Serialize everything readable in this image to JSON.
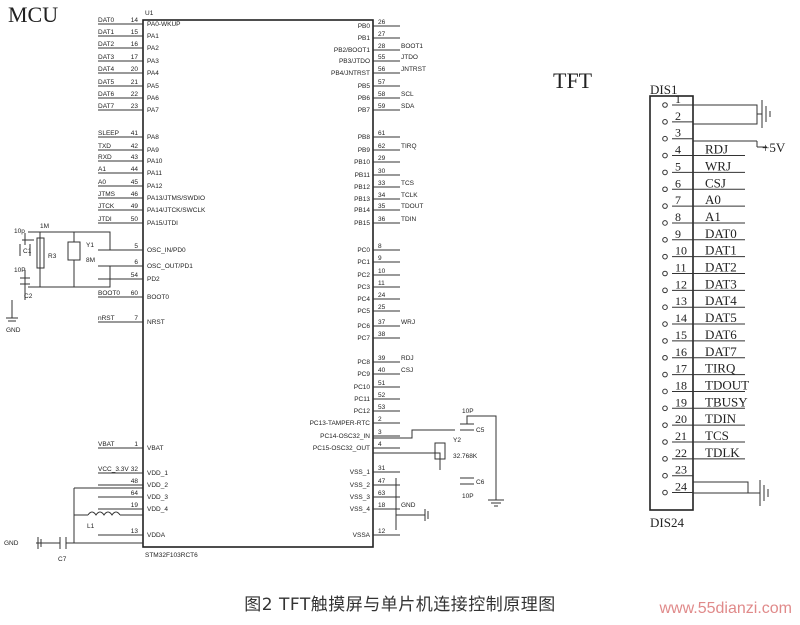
{
  "labels": {
    "mcu_title": "MCU",
    "tft_title": "TFT",
    "u1": "U1",
    "chip_part": "STM32F103RCT6",
    "dis_top": "DIS1",
    "dis_bottom": "DIS24",
    "plus5v": "+5V",
    "gnd": "GND"
  },
  "left_pins": [
    {
      "num": "14",
      "name": "PA0-WKUP",
      "ext": "DAT0"
    },
    {
      "num": "15",
      "name": "PA1",
      "ext": "DAT1"
    },
    {
      "num": "16",
      "name": "PA2",
      "ext": "DAT2"
    },
    {
      "num": "17",
      "name": "PA3",
      "ext": "DAT3"
    },
    {
      "num": "20",
      "name": "PA4",
      "ext": "DAT4"
    },
    {
      "num": "21",
      "name": "PA5",
      "ext": "DAT5"
    },
    {
      "num": "22",
      "name": "PA6",
      "ext": "DAT6"
    },
    {
      "num": "23",
      "name": "PA7",
      "ext": "DAT7"
    },
    {
      "num": "41",
      "name": "PA8",
      "ext": "SLEEP"
    },
    {
      "num": "42",
      "name": "PA9",
      "ext": "TXD"
    },
    {
      "num": "43",
      "name": "PA10",
      "ext": "RXD"
    },
    {
      "num": "44",
      "name": "PA11",
      "ext": "A1"
    },
    {
      "num": "45",
      "name": "PA12",
      "ext": "A0"
    },
    {
      "num": "46",
      "name": "PA13/JTMS/SWDIO",
      "ext": "JTMS"
    },
    {
      "num": "49",
      "name": "PA14/JTCK/SWCLK",
      "ext": "JTCK"
    },
    {
      "num": "50",
      "name": "PA15/JTDI",
      "ext": "JTDI"
    },
    {
      "num": "5",
      "name": "OSC_IN/PD0",
      "ext": ""
    },
    {
      "num": "6",
      "name": "OSC_OUT/PD1",
      "ext": ""
    },
    {
      "num": "54",
      "name": "PD2",
      "ext": ""
    },
    {
      "num": "60",
      "name": "BOOT0",
      "ext": "BOOT0"
    },
    {
      "num": "7",
      "name": "NRST",
      "ext": "nRST"
    },
    {
      "num": "1",
      "name": "VBAT",
      "ext": "VBAT"
    },
    {
      "num": "32",
      "name": "VDD_1",
      "ext": "VCC_3.3V"
    },
    {
      "num": "48",
      "name": "VDD_2",
      "ext": ""
    },
    {
      "num": "64",
      "name": "VDD_3",
      "ext": ""
    },
    {
      "num": "19",
      "name": "VDD_4",
      "ext": ""
    },
    {
      "num": "13",
      "name": "VDDA",
      "ext": ""
    }
  ],
  "right_pins": [
    {
      "num": "26",
      "name": "PB0",
      "ext": ""
    },
    {
      "num": "27",
      "name": "PB1",
      "ext": ""
    },
    {
      "num": "28",
      "name": "PB2/BOOT1",
      "ext": "BOOT1"
    },
    {
      "num": "55",
      "name": "PB3/JTDO",
      "ext": "JTDO"
    },
    {
      "num": "56",
      "name": "PB4/JNTRST",
      "ext": "JNTRST"
    },
    {
      "num": "57",
      "name": "PB5",
      "ext": ""
    },
    {
      "num": "58",
      "name": "PB6",
      "ext": "SCL"
    },
    {
      "num": "59",
      "name": "PB7",
      "ext": "SDA"
    },
    {
      "num": "61",
      "name": "PB8",
      "ext": ""
    },
    {
      "num": "62",
      "name": "PB9",
      "ext": "TIRQ"
    },
    {
      "num": "29",
      "name": "PB10",
      "ext": ""
    },
    {
      "num": "30",
      "name": "PB11",
      "ext": ""
    },
    {
      "num": "33",
      "name": "PB12",
      "ext": "TCS"
    },
    {
      "num": "34",
      "name": "PB13",
      "ext": "TCLK"
    },
    {
      "num": "35",
      "name": "PB14",
      "ext": "TDOUT"
    },
    {
      "num": "36",
      "name": "PB15",
      "ext": "TDIN"
    },
    {
      "num": "8",
      "name": "PC0",
      "ext": ""
    },
    {
      "num": "9",
      "name": "PC1",
      "ext": ""
    },
    {
      "num": "10",
      "name": "PC2",
      "ext": ""
    },
    {
      "num": "11",
      "name": "PC3",
      "ext": ""
    },
    {
      "num": "24",
      "name": "PC4",
      "ext": ""
    },
    {
      "num": "25",
      "name": "PC5",
      "ext": ""
    },
    {
      "num": "37",
      "name": "PC6",
      "ext": "WRJ"
    },
    {
      "num": "38",
      "name": "PC7",
      "ext": ""
    },
    {
      "num": "39",
      "name": "PC8",
      "ext": "RDJ"
    },
    {
      "num": "40",
      "name": "PC9",
      "ext": "CSJ"
    },
    {
      "num": "51",
      "name": "PC10",
      "ext": ""
    },
    {
      "num": "52",
      "name": "PC11",
      "ext": ""
    },
    {
      "num": "53",
      "name": "PC12",
      "ext": ""
    },
    {
      "num": "2",
      "name": "PC13-TAMPER-RTC",
      "ext": ""
    },
    {
      "num": "3",
      "name": "PC14-OSC32_IN",
      "ext": ""
    },
    {
      "num": "4",
      "name": "PC15-OSC32_OUT",
      "ext": ""
    },
    {
      "num": "31",
      "name": "VSS_1",
      "ext": ""
    },
    {
      "num": "47",
      "name": "VSS_2",
      "ext": ""
    },
    {
      "num": "63",
      "name": "VSS_3",
      "ext": ""
    },
    {
      "num": "18",
      "name": "VSS_4",
      "ext": "GND"
    },
    {
      "num": "12",
      "name": "VSSA",
      "ext": ""
    }
  ],
  "components": {
    "c1_val": "10p",
    "c1": "C1",
    "c2_val": "10P",
    "c2": "C2",
    "r3": "R3",
    "r3_val": "1M",
    "y1": "Y1",
    "y1_val": "8M",
    "l1": "L1",
    "c7": "C7",
    "y2": "Y2",
    "y2_val": "32.768K",
    "c5_val": "10P",
    "c5": "C5",
    "c6_val": "10P",
    "c6": "C6"
  },
  "dis_pins": [
    {
      "num": "1",
      "label": ""
    },
    {
      "num": "2",
      "label": ""
    },
    {
      "num": "3",
      "label": ""
    },
    {
      "num": "4",
      "label": "RDJ"
    },
    {
      "num": "5",
      "label": "WRJ"
    },
    {
      "num": "6",
      "label": "CSJ"
    },
    {
      "num": "7",
      "label": "A0"
    },
    {
      "num": "8",
      "label": "A1"
    },
    {
      "num": "9",
      "label": "DAT0"
    },
    {
      "num": "10",
      "label": "DAT1"
    },
    {
      "num": "11",
      "label": "DAT2"
    },
    {
      "num": "12",
      "label": "DAT3"
    },
    {
      "num": "13",
      "label": "DAT4"
    },
    {
      "num": "14",
      "label": "DAT5"
    },
    {
      "num": "15",
      "label": "DAT6"
    },
    {
      "num": "16",
      "label": "DAT7"
    },
    {
      "num": "17",
      "label": "TIRQ"
    },
    {
      "num": "18",
      "label": "TDOUT"
    },
    {
      "num": "19",
      "label": "TBUSY"
    },
    {
      "num": "20",
      "label": "TDIN"
    },
    {
      "num": "21",
      "label": "TCS"
    },
    {
      "num": "22",
      "label": "TDLK"
    },
    {
      "num": "23",
      "label": ""
    },
    {
      "num": "24",
      "label": ""
    }
  ],
  "caption": "图2  TFT触摸屏与单片机连接控制原理图",
  "watermark": "www.55dianzi.com"
}
